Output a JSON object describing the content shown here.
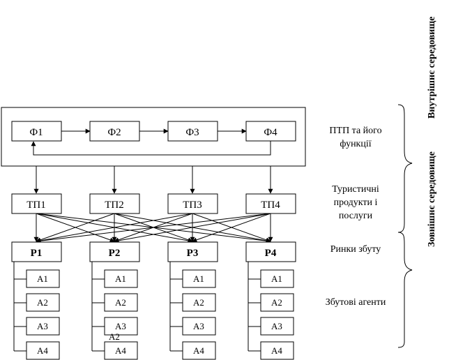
{
  "functions": [
    "Ф1",
    "Ф2",
    "Ф3",
    "Ф4"
  ],
  "products": [
    "ТП1",
    "ТП2",
    "ТП3",
    "ТП4"
  ],
  "markets": [
    "Р1",
    "Р2",
    "Р3",
    "Р4"
  ],
  "agents": [
    "А1",
    "А2",
    "А3",
    "А4"
  ],
  "overlap_label": "А2",
  "side_labels": {
    "ptp": "ПТП та його функції",
    "products": "Туристичні продукти і послуги",
    "markets": "Ринки збуту",
    "agents": "Збутові агенти"
  },
  "environment": {
    "internal": "Внутрішнє середовище",
    "external": "Зовнішнє середовище"
  }
}
